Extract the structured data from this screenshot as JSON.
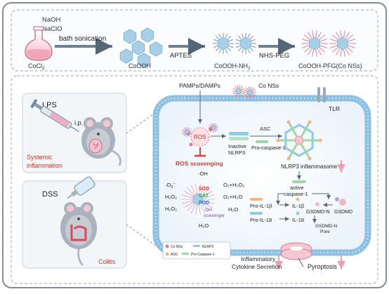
{
  "synthesis": {
    "reagents": [
      "NaOH",
      "NaClO"
    ],
    "precursor": "CoCl",
    "precursor_sub": "2",
    "step1": "bath sonication",
    "product1": "CoOOH",
    "step2": "APTES",
    "product2": "CoOOH-NH",
    "product2_sub": "2",
    "step3": "NHS-PEG",
    "product3": "CoOOH-PFG(Co NSs)"
  },
  "models": {
    "lps": {
      "label": "LPS",
      "route": "i.p.",
      "effect_line1": "Systemic",
      "effect_line2": "inflammation"
    },
    "dss": {
      "label": "DSS",
      "effect": "Colitis"
    }
  },
  "cell": {
    "pamps": "PAMPs/DAMPs",
    "co_nss": "Co NSs",
    "tlr": "TLR",
    "ros": "ROS",
    "ros_scavenging": "ROS scavenging",
    "inactive_nlrp3_line1": "Inactive",
    "inactive_nlrp3_line2": "NLRP3",
    "asc": "ASC",
    "pro_caspase": "Pro-caspase-1",
    "inflammasome": "NLRP3 inflammasome",
    "active_caspase_line1": "active",
    "active_caspase_line2": "caspase-1",
    "pro_il1b": "Pro-IL-1β",
    "pro_il18": "Pro-IL-18",
    "il1b": "IL-1β",
    "il18": "IL-18",
    "gsdmd_n": "GSDMD-N",
    "gsdmd": "GSDMD",
    "gsdmd_pore_line1": "GSDMD-N",
    "gsdmd_pore_line2": "Pore",
    "enzymes": {
      "oh_top": "·OH",
      "superoxide": "·O",
      "superoxide_sup": "2",
      "superoxide_charge": "−",
      "h2o2_left1": "H₂O₂",
      "h2o2_left2": "H₂O₂",
      "sod": "SOD",
      "cat": "CAT",
      "pod": "POD",
      "oh_scavenger_line1": "·OH",
      "oh_scavenger_line2": "scavenger",
      "out1": "O₂+H₂O₂",
      "out2": "O₂+H₂O",
      "out3": "H₂O",
      "out4": "H₂O"
    }
  },
  "legend": {
    "co_nss": "Co NSs",
    "nlrp3": "NLRP3",
    "asc": "ASC",
    "pro_caspase": "Pro-Caspase-1"
  },
  "outcomes": {
    "secretion_line1": "Inflammatory",
    "secretion_line2": "Cytokine Secretion",
    "pyroptosis": "Pyroptosis"
  },
  "colors": {
    "frame": "#7f8c99",
    "panel_bg": "#f3f6f9",
    "membrane": "#cfe3f1",
    "membrane_dot": "#8dc0e2",
    "red_label": "#d2403a",
    "hexagon": "#a9cfe6",
    "arrow": "#556677",
    "pink_arrow": "#e9a2b2"
  }
}
